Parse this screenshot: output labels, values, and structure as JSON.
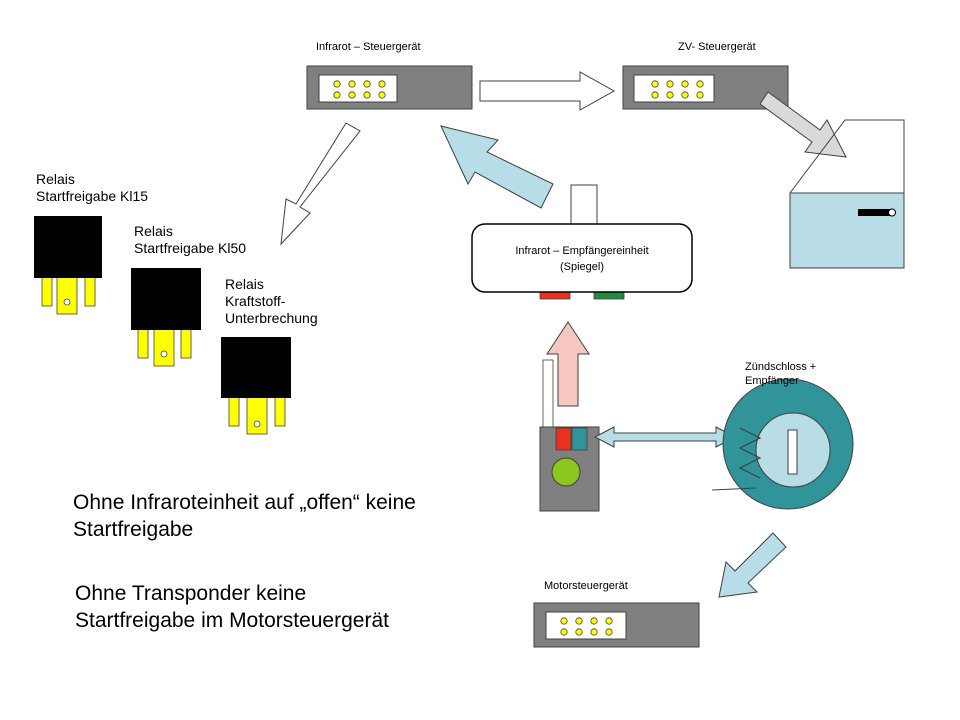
{
  "labels": {
    "infrared_unit": "Infrarot – Steuergerät",
    "zv_unit": "ZV- Steuergerät",
    "relay_kl15": "Relais\nStartfreigabe Kl15",
    "relay_kl50": "Relais\nStartfreigabe Kl50",
    "relay_fuel": "Relais\nKraftstoff-\nUnterbrechung",
    "receiver_line1": "Infrarot – Empfängereinheit",
    "receiver_line2": "(Spiegel)",
    "ignition": "Zündschloss +\nEmpfänger",
    "engine_ecu": "Motorsteuergerät"
  },
  "notes": {
    "infrared_note": "Ohne Infraroteinheit auf „offen“ keine\nStartfreigabe",
    "transponder_note": "Ohne Transponder keine\nStartfreigabe im Motorsteuergerät"
  },
  "colors": {
    "ecu_gray": "#808080",
    "connector_pin": "#ffff00",
    "relay_black": "#000000",
    "relay_pins": "#ffff00",
    "arrow_light_blue": "#b7dde8",
    "arrow_gray": "#d9d9d9",
    "arrow_pink": "#f6c6c0",
    "lock_teal": "#31949a",
    "door_blue": "#b9dde6",
    "led_red": "#e8321e",
    "led_green": "#1e8c3c",
    "key_green": "#8cc81e"
  }
}
